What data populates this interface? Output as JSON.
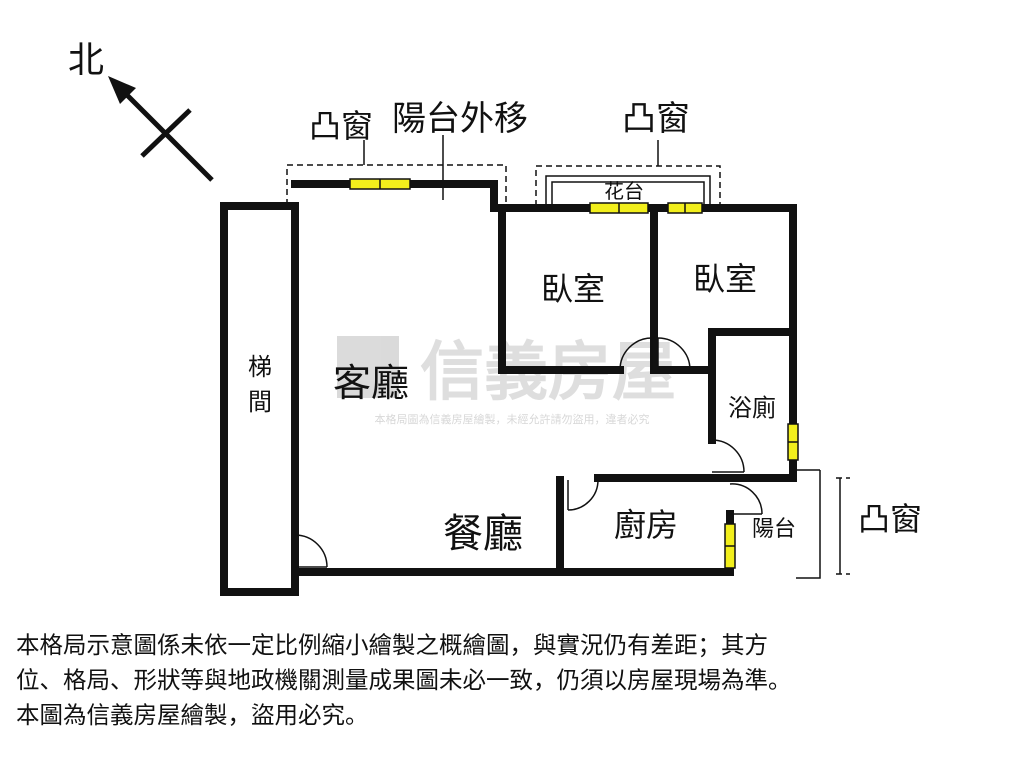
{
  "compass": {
    "north_label": "北",
    "north_icon": "north-arrow-icon"
  },
  "labels": {
    "bay_window_left": "凸窗",
    "balcony_moved": "陽台外移",
    "bay_window_right": "凸窗",
    "planter": "花台",
    "bedroom_1": "臥室",
    "bedroom_2": "臥室",
    "living_room": "客廳",
    "stairwell": "梯\n間",
    "bathroom": "浴廁",
    "kitchen": "廚房",
    "dining_room": "餐廳",
    "balcony": "陽台",
    "bay_window_side": "凸窗"
  },
  "watermark": {
    "brand": "信義房屋",
    "notice": "本格局圖為信義房屋繪製，未經允許請勿盜用，違者必究"
  },
  "disclaimer": [
    "本格局示意圖係未依一定比例縮小繪製之概繪圖，與實況仍有差距；其方",
    "位、格局、形狀等與地政機關測量成果圖未必一致，仍須以房屋現場為準。",
    "本圖為信義房屋繪製，盜用必究。"
  ],
  "colors": {
    "wall": "#111111",
    "window": "#f2ef1c",
    "watermark": "#c9c9c9"
  }
}
